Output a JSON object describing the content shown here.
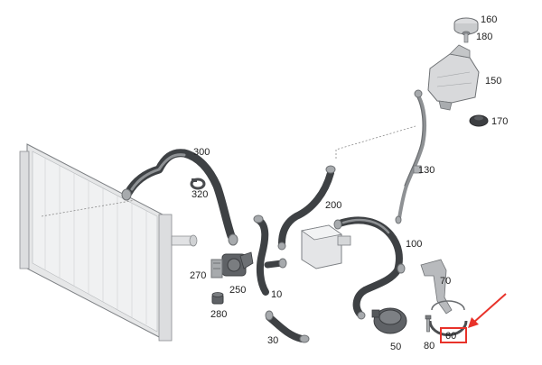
{
  "callouts": {
    "c10": "10",
    "c30": "30",
    "c50": "50",
    "c60": "60",
    "c70": "70",
    "c80": "80",
    "c100": "100",
    "c130": "130",
    "c150": "150",
    "c160": "160",
    "c170": "170",
    "c180": "180",
    "c200": "200",
    "c250": "250",
    "c270": "270",
    "c280": "280",
    "c300": "300",
    "c320": "320"
  },
  "highlight": {
    "label": "60",
    "color": "#e8322a"
  },
  "colors": {
    "hose": "#3e4144",
    "part_light": "#e6e7e8",
    "outline": "#7d8084"
  }
}
